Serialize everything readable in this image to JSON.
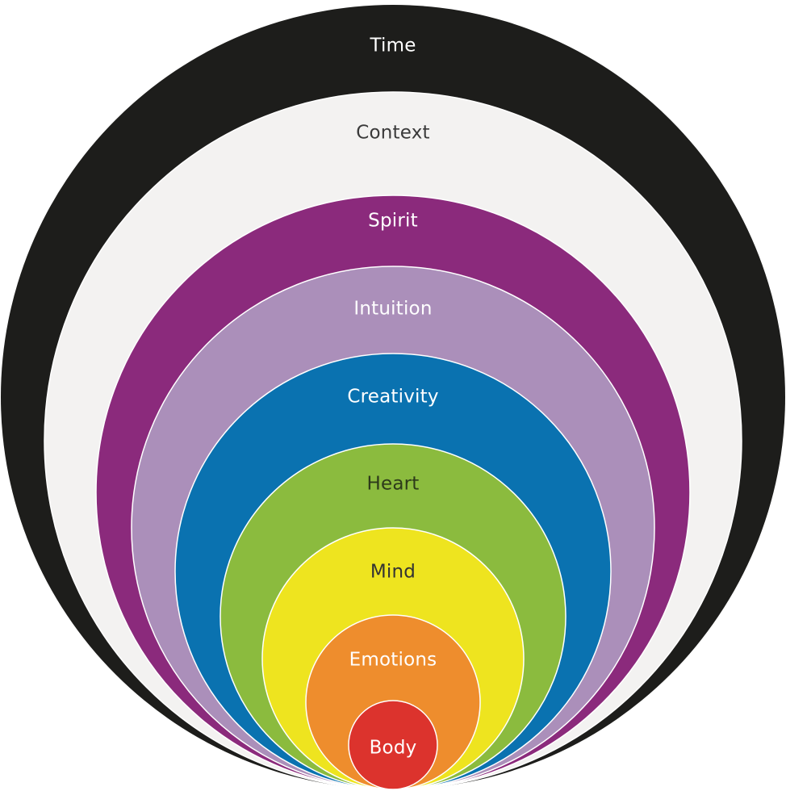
{
  "layers": [
    {
      "key": "time",
      "label": "Time",
      "fill": "#1d1d1b",
      "text_color": "#ffffff"
    },
    {
      "key": "context",
      "label": "Context",
      "fill": "#f3f2f1",
      "text_color": "#3a3a3a"
    },
    {
      "key": "spirit",
      "label": "Spirit",
      "fill": "#8b2a7c",
      "text_color": "#ffffff"
    },
    {
      "key": "intuition",
      "label": "Intuition",
      "fill": "#ab8fba",
      "text_color": "#ffffff"
    },
    {
      "key": "creativity",
      "label": "Creativity",
      "fill": "#0a72b0",
      "text_color": "#ffffff"
    },
    {
      "key": "heart",
      "label": "Heart",
      "fill": "#8bbb3e",
      "text_color": "#2d3a1a"
    },
    {
      "key": "mind",
      "label": "Mind",
      "fill": "#eee41f",
      "text_color": "#333333"
    },
    {
      "key": "emotions",
      "label": "Emotions",
      "fill": "#ee8d2d",
      "text_color": "#ffffff"
    },
    {
      "key": "body",
      "label": "Body",
      "fill": "#dc332d",
      "text_color": "#ffffff"
    }
  ],
  "outline_color": "#ffffff"
}
